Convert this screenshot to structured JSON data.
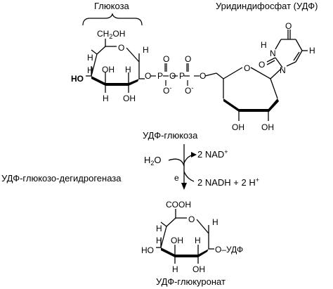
{
  "labels": {
    "glucose": "Глюкоза",
    "udp": "Уридиндифосфат (УДФ)",
    "udp_glucose": "УДФ-глюкоза",
    "enzyme": "УДФ-глюкозо-дегидрогеназа",
    "product": "УДФ-глюкуронат"
  },
  "reaction": {
    "water_main": "H",
    "water_sub": "2",
    "water_o": "O",
    "nad_main": "2 NAD",
    "nad_sup": "+",
    "electron": "e",
    "nadh_main": "2 NADH + 2 H",
    "nadh_sup": "+"
  },
  "udp_glucose_atoms": {
    "ch2oh": "CH",
    "ch2oh_sub": "2",
    "ch2oh_tail": "OH",
    "ring_o": "O",
    "h_top_right": "H",
    "h_c4": "H",
    "oh_c4_ring": "OH",
    "ho_c4": "HO",
    "h_c3": "H",
    "oh_c3": "OH",
    "h_c2": "H",
    "o_link1": "O",
    "p1": "P",
    "o_p1_up": "O",
    "o_p1_down": "O",
    "o_p1_minus": "-",
    "o_link2": "O",
    "p2": "P",
    "o_p2_up": "O",
    "o_p2_down": "O",
    "o_p2_minus": "-",
    "o_link3": "O",
    "ribose_o": "O",
    "oh_rib_left": "OH",
    "oh_rib_right": "OH",
    "uracil_o_top": "O",
    "uracil_nh": "N",
    "uracil_h": "H",
    "uracil_o_left": "O",
    "uracil_n": "N",
    "uracil_h_right": "H"
  },
  "product_atoms": {
    "cooh": "COOH",
    "ring_o": "O",
    "h_right": "H",
    "h_c4": "H",
    "oh_c4": "OH",
    "ho_c4": "HO",
    "h_c3": "H",
    "oh_c3": "OH",
    "h_c2": "H",
    "o_udf": "O–УДФ"
  }
}
